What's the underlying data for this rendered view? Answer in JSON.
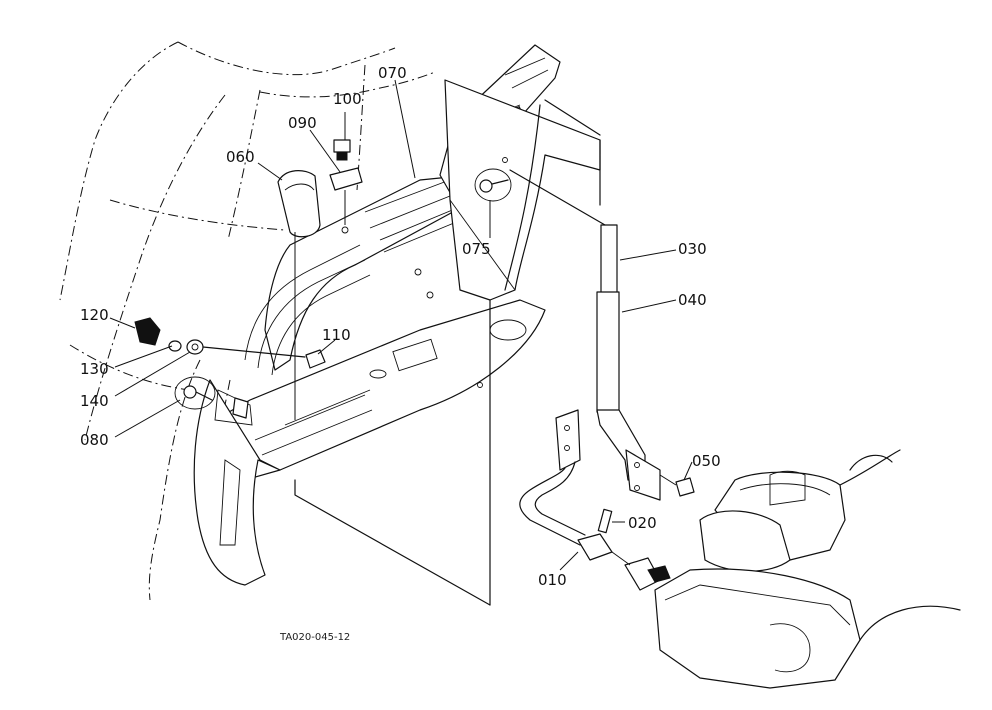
{
  "diagram": {
    "reference_code": "TA020-045-12",
    "callouts": [
      {
        "id": "c070",
        "label": "070"
      },
      {
        "id": "c100",
        "label": "100"
      },
      {
        "id": "c090",
        "label": "090"
      },
      {
        "id": "c060",
        "label": "060"
      },
      {
        "id": "c075",
        "label": "075"
      },
      {
        "id": "c030",
        "label": "030"
      },
      {
        "id": "c040",
        "label": "040"
      },
      {
        "id": "c120",
        "label": "120"
      },
      {
        "id": "c110",
        "label": "110"
      },
      {
        "id": "c130",
        "label": "130"
      },
      {
        "id": "c140",
        "label": "140"
      },
      {
        "id": "c080",
        "label": "080"
      },
      {
        "id": "c050",
        "label": "050"
      },
      {
        "id": "c020",
        "label": "020"
      },
      {
        "id": "c010",
        "label": "010"
      }
    ]
  }
}
